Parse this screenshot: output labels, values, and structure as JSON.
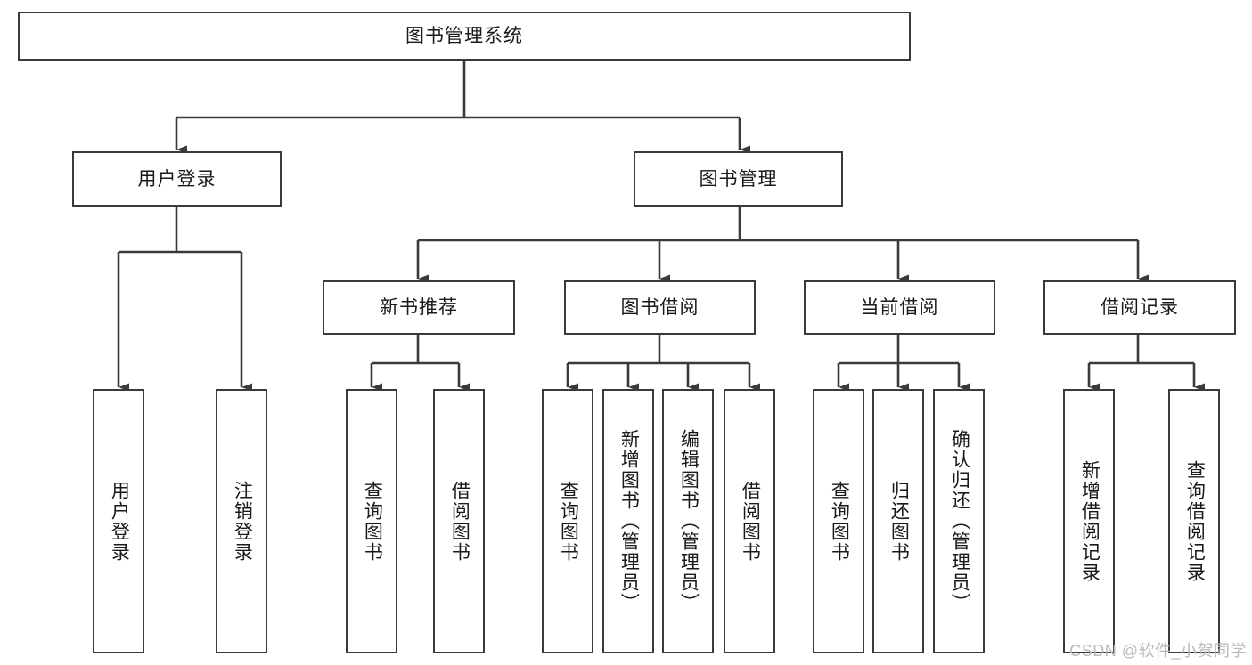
{
  "diagram": {
    "title": "图书管理系统",
    "type": "tree-hierarchy",
    "watermark": "CSDN @软件_小贺同学",
    "colors": {
      "stroke": "#3a3a3a",
      "fill": "#ffffff",
      "text": "#1a1a1a",
      "watermark": "#b9b9b9"
    }
  },
  "nodes": {
    "root": {
      "label": "图书管理系统"
    },
    "level2": [
      {
        "id": "user-login",
        "label": "用户登录"
      },
      {
        "id": "book-manage",
        "label": "图书管理"
      }
    ],
    "level3": [
      {
        "id": "new-book-recommend",
        "label": "新书推荐"
      },
      {
        "id": "book-borrow",
        "label": "图书借阅"
      },
      {
        "id": "current-borrow",
        "label": "当前借阅"
      },
      {
        "id": "borrow-record",
        "label": "借阅记录"
      }
    ],
    "leaves": {
      "user-login": [
        {
          "id": "leaf-user-login",
          "label": "用户登录"
        },
        {
          "id": "leaf-logout-login",
          "label": "注销登录"
        }
      ],
      "new-book-recommend": [
        {
          "id": "leaf-query-book-1",
          "label": "查询图书"
        },
        {
          "id": "leaf-borrow-book-1",
          "label": "借阅图书"
        }
      ],
      "book-borrow": [
        {
          "id": "leaf-query-book-2",
          "label": "查询图书"
        },
        {
          "id": "leaf-add-book",
          "label": "新增图书（管理员）"
        },
        {
          "id": "leaf-edit-book",
          "label": "编辑图书（管理员）"
        },
        {
          "id": "leaf-borrow-book-2",
          "label": "借阅图书"
        }
      ],
      "current-borrow": [
        {
          "id": "leaf-query-book-3",
          "label": "查询图书"
        },
        {
          "id": "leaf-return-book",
          "label": "归还图书"
        },
        {
          "id": "leaf-confirm-return",
          "label": "确认归还（管理员）"
        }
      ],
      "borrow-record": [
        {
          "id": "leaf-add-record",
          "label": "新增借阅记录"
        },
        {
          "id": "leaf-query-record",
          "label": "查询借阅记录"
        }
      ]
    }
  }
}
